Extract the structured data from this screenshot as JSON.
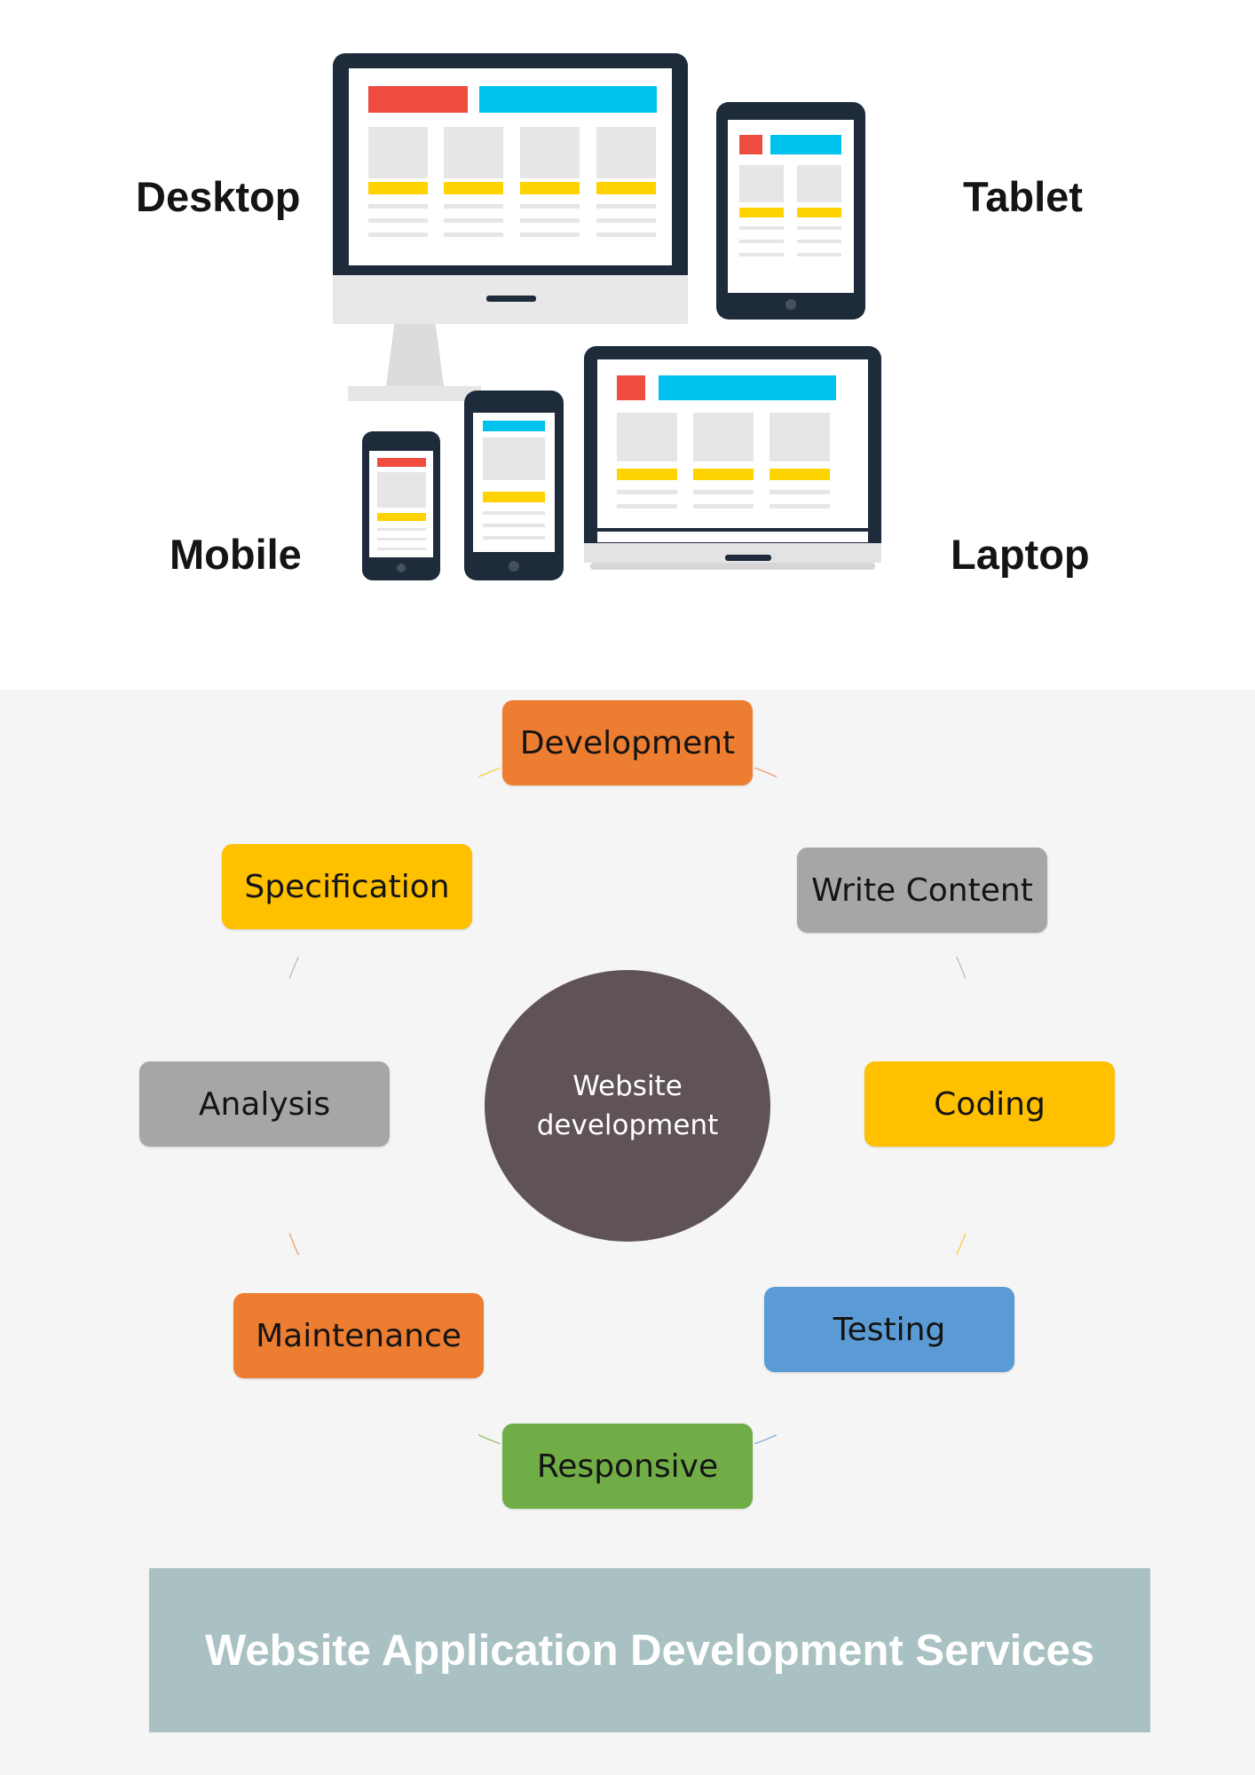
{
  "devices": {
    "desktop_label": "Desktop",
    "tablet_label": "Tablet",
    "mobile_label": "Mobile",
    "laptop_label": "Laptop"
  },
  "cycle": {
    "center_label": "Website development",
    "stages": [
      {
        "label": "Development",
        "color": "#ed7d31"
      },
      {
        "label": "Write Content",
        "color": "#a6a6a6"
      },
      {
        "label": "Coding",
        "color": "#ffc000"
      },
      {
        "label": "Testing",
        "color": "#5b9bd5"
      },
      {
        "label": "Responsive",
        "color": "#70ad47"
      },
      {
        "label": "Maintenance",
        "color": "#ed7d31"
      },
      {
        "label": "Analysis",
        "color": "#a6a6a6"
      },
      {
        "label": "Specification",
        "color": "#ffc000"
      }
    ]
  },
  "banner": {
    "title": "Website Application Development Services"
  },
  "colors": {
    "frame": "#1d2b3a",
    "red": "#ee4c3f",
    "blue": "#00c2ef",
    "yellow": "#fed300",
    "panel": "#e6e6e6",
    "banner": "#a9c1c3"
  }
}
